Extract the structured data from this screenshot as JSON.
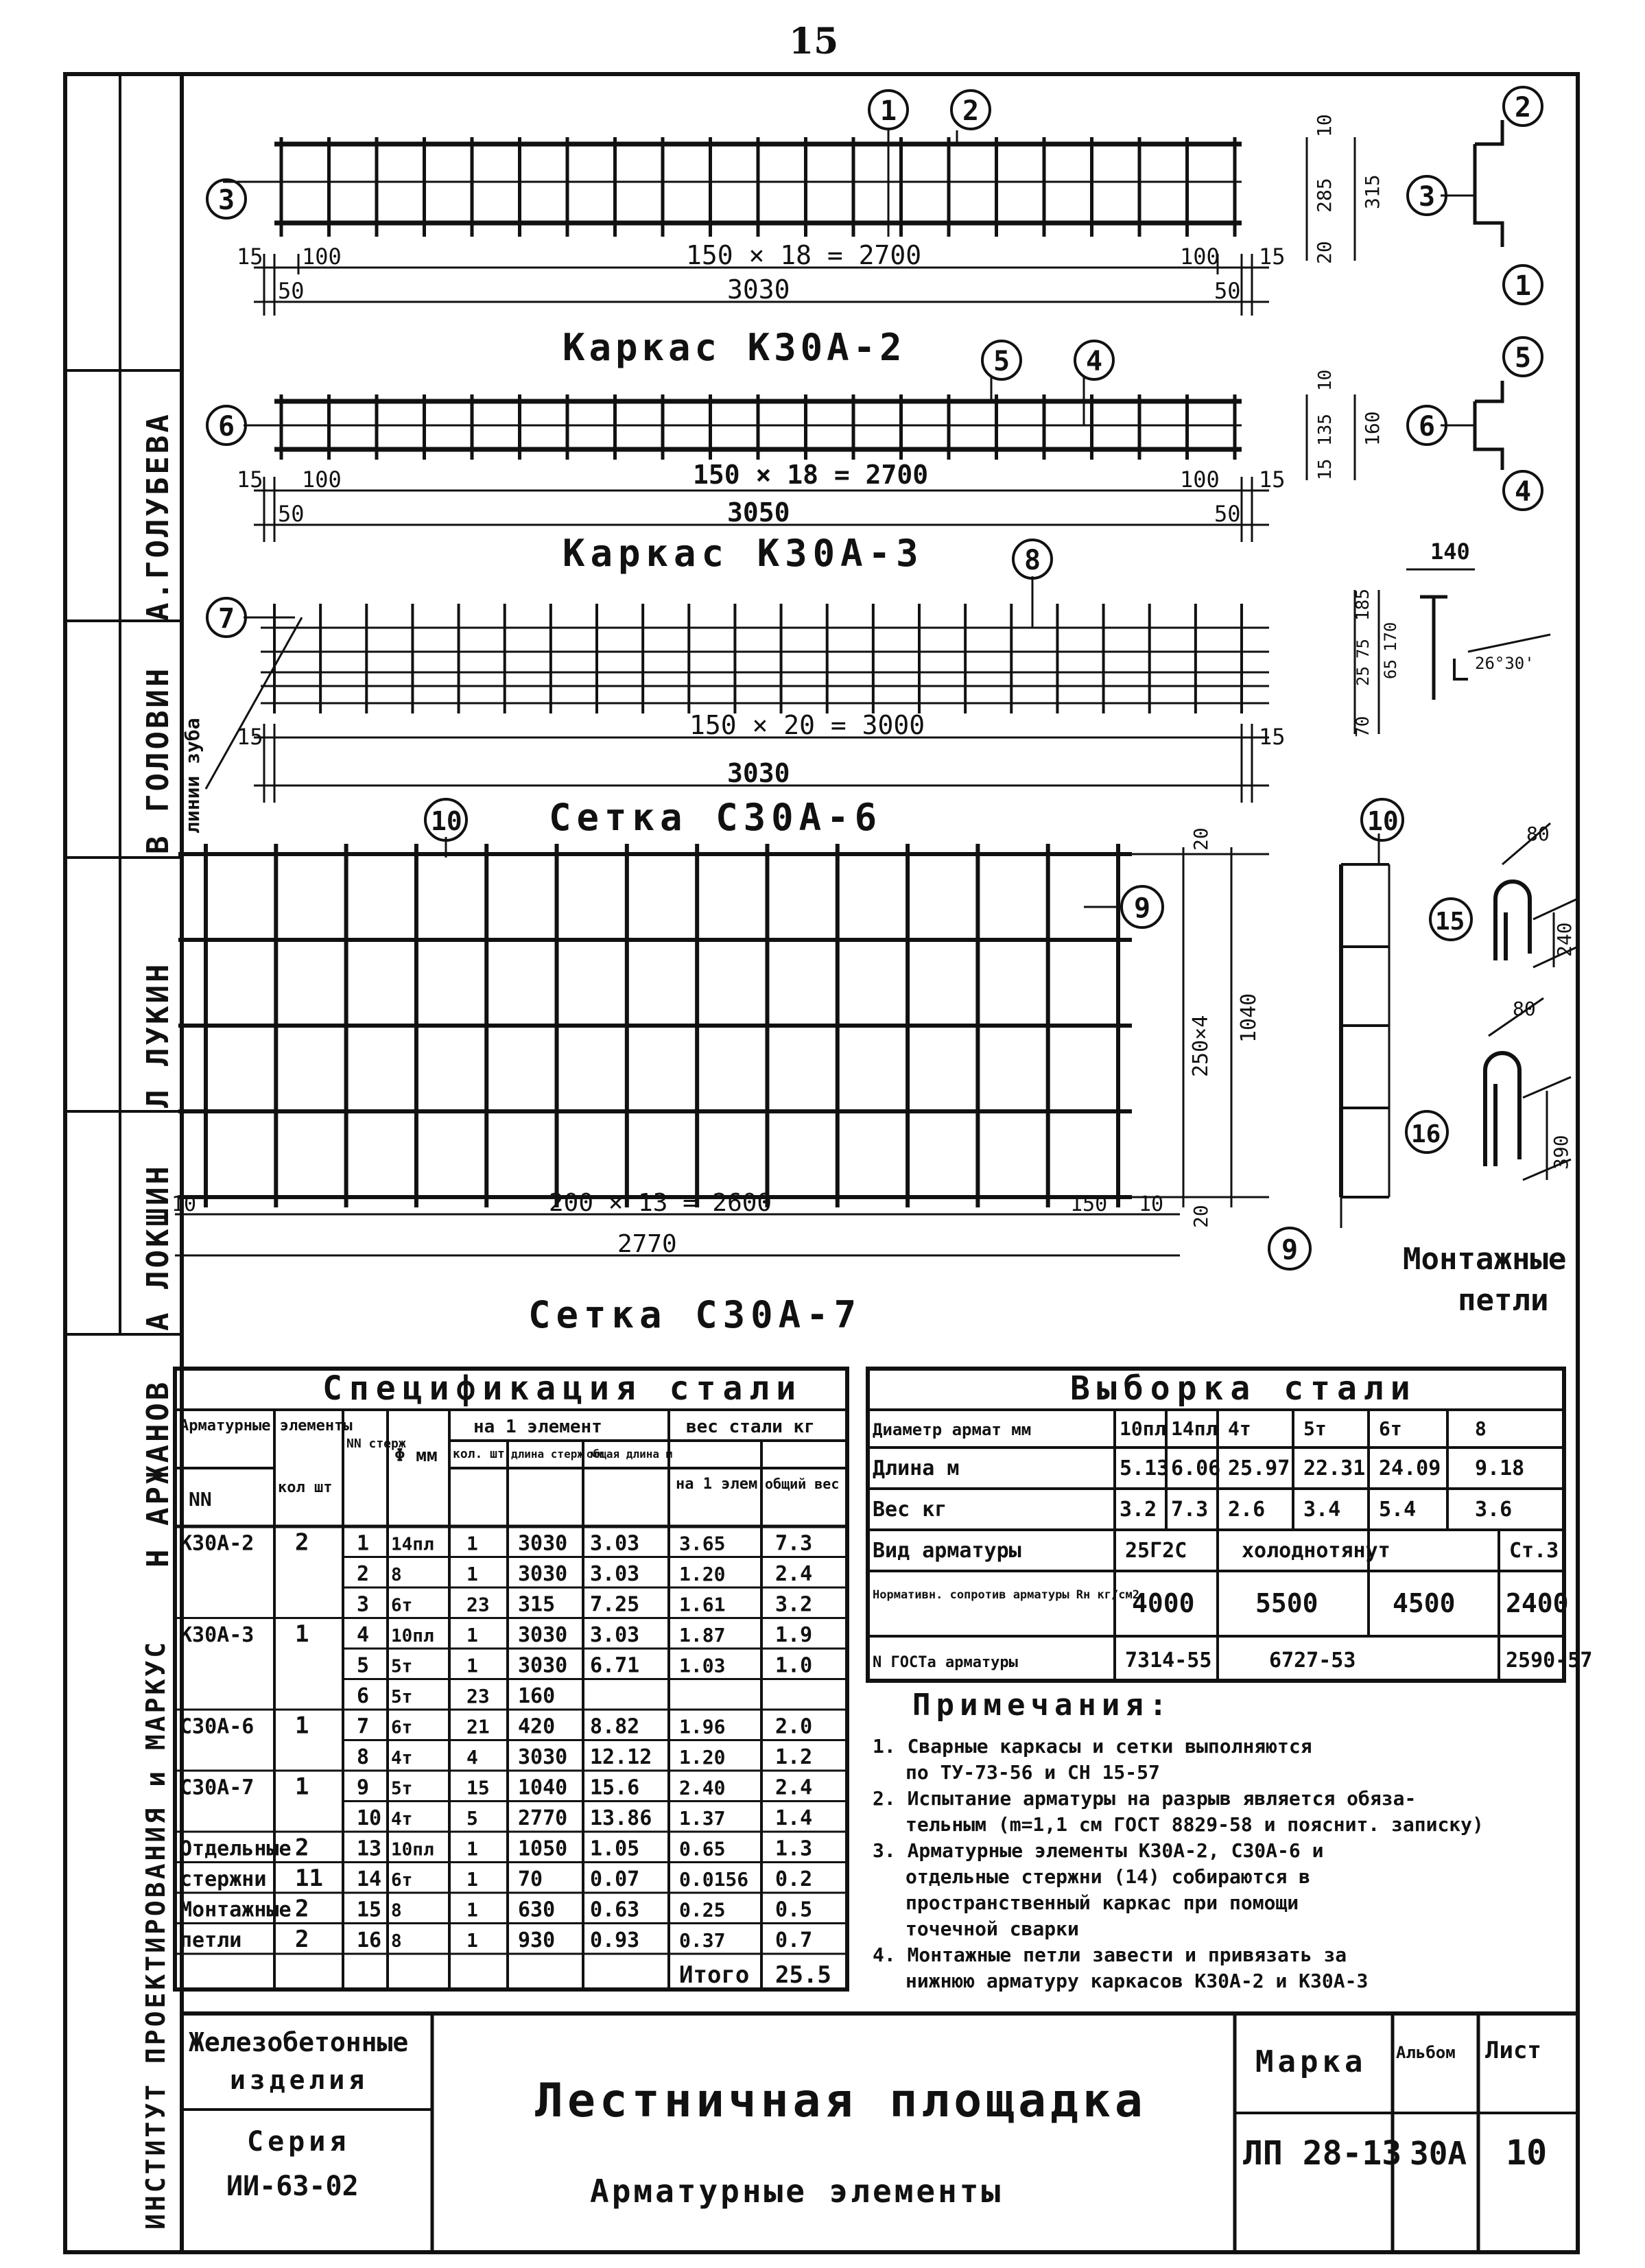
{
  "page_number": "15",
  "side_stamp": {
    "names": [
      "А.ГОЛУБЕВА",
      "В ГОЛОВИН",
      "Л ЛУКИН",
      "А ЛОКШИН",
      "Н АРЖАНОВ"
    ],
    "vertical": "ИНСТИТУТ ПРОЕКТИРОВАНИЯ и МАРКУС"
  },
  "frames": {
    "k2": {
      "title": "Каркас К30А-2",
      "dim_spacing": "150 × 18 = 2700",
      "dim_total": "3030",
      "d100a": "100",
      "d100b": "100",
      "d15a": "15",
      "d15b": "15",
      "d50a": "50",
      "d50b": "50",
      "h1": "10",
      "h2": "285",
      "h3": "20",
      "h4": "315",
      "marks": [
        "1",
        "2",
        "3"
      ]
    },
    "k3": {
      "title": "Каркас К30А-3",
      "dim_spacing": "150 × 18 = 2700",
      "dim_total": "3050",
      "d100a": "100",
      "d100b": "100",
      "d15a": "15",
      "d15b": "15",
      "d50a": "50",
      "d50b": "50",
      "h1": "10",
      "h2": "135",
      "h3": "15",
      "h4": "160",
      "marks": [
        "4",
        "5",
        "6"
      ]
    },
    "s6": {
      "title": "Сетка С30А-6",
      "dim_spacing": "150 × 20 = 3000",
      "dim_total": "3030",
      "d15a": "15",
      "d15b": "15",
      "h1": "185",
      "h2": "75",
      "h3": "25",
      "h4": "65",
      "h5": "70",
      "h6": "170",
      "mark7": "7",
      "mark8": "8",
      "note": "линии зуба",
      "loop_140": "140",
      "angle": "26°30'"
    },
    "s7": {
      "title": "Сетка С30А-7",
      "dim_spacing": "200 × 13 = 2600",
      "dim_total": "2770",
      "d10a": "10",
      "d150": "150",
      "d10b": "10",
      "h_top": "20",
      "h_mid": "250×4",
      "h_total": "1040",
      "h_bot": "20",
      "mark9": "9",
      "mark10": "10"
    },
    "loops": {
      "title_line1": "Монтажные",
      "title_line2": "петли",
      "m15": "15",
      "m16": "16",
      "d15a": "80",
      "d15b": "240",
      "d16a": "80",
      "d16b": "390"
    }
  },
  "spec_table": {
    "title": "Спецификация стали",
    "h_elements": "Арматурные элементы",
    "h_nn": "NN",
    "h_count": "кол шт",
    "h_stem": "NN стерж",
    "h_phi": "Φ мм",
    "h_per1": "на 1 элемент",
    "h_kol": "кол. шт",
    "h_len": "длина стерж мм",
    "h_total_len": "общая длина м",
    "h_weight": "вес стали кг",
    "h_w1": "на 1 элем",
    "h_wall": "общий вес",
    "rows": [
      [
        "К30А-2",
        "2",
        "1",
        "14пл",
        "1",
        "3030",
        "3.03",
        "3.65",
        "7.3"
      ],
      [
        "",
        "",
        "2",
        "8",
        "1",
        "3030",
        "3.03",
        "1.20",
        "2.4"
      ],
      [
        "",
        "",
        "3",
        "6т",
        "23",
        "315",
        "7.25",
        "1.61",
        "3.2"
      ],
      [
        "К30А-3",
        "1",
        "4",
        "10пл",
        "1",
        "3030",
        "3.03",
        "1.87",
        "1.9"
      ],
      [
        "",
        "",
        "5",
        "5т",
        "1",
        "3030",
        "6.71",
        "1.03",
        "1.0"
      ],
      [
        "",
        "",
        "6",
        "5т",
        "23",
        "160",
        "",
        "",
        ""
      ],
      [
        "С30А-6",
        "1",
        "7",
        "6т",
        "21",
        "420",
        "8.82",
        "1.96",
        "2.0"
      ],
      [
        "",
        "",
        "8",
        "4т",
        "4",
        "3030",
        "12.12",
        "1.20",
        "1.2"
      ],
      [
        "С30А-7",
        "1",
        "9",
        "5т",
        "15",
        "1040",
        "15.6",
        "2.40",
        "2.4"
      ],
      [
        "",
        "",
        "10",
        "4т",
        "5",
        "2770",
        "13.86",
        "1.37",
        "1.4"
      ],
      [
        "Отдельные",
        "2",
        "13",
        "10пл",
        "1",
        "1050",
        "1.05",
        "0.65",
        "1.3"
      ],
      [
        "стержни",
        "11",
        "14",
        "6т",
        "1",
        "70",
        "0.07",
        "0.0156",
        "0.2"
      ],
      [
        "Монтажные",
        "2",
        "15",
        "8",
        "1",
        "630",
        "0.63",
        "0.25",
        "0.5"
      ],
      [
        "петли",
        "2",
        "16",
        "8",
        "1",
        "930",
        "0.93",
        "0.37",
        "0.7"
      ]
    ],
    "total_label": "Итого",
    "total_value": "25.5"
  },
  "selection_table": {
    "title": "Выборка стали",
    "r1_label": "Диаметр армат мм",
    "r1": [
      "10пл",
      "14пл",
      "4т",
      "5т",
      "6т",
      "8"
    ],
    "r2_label": "Длина м",
    "r2": [
      "5.13",
      "6.06",
      "25.97",
      "22.31",
      "24.09",
      "9.18"
    ],
    "r3_label": "Вес кг",
    "r3": [
      "3.2",
      "7.3",
      "2.6",
      "3.4",
      "5.4",
      "3.6"
    ],
    "r4_label": "Вид арматуры",
    "r4": [
      "25Г2С",
      "холоднотянут",
      "Ст.3"
    ],
    "r5_label": "Нормативн. сопротив арматуры Rн кг/см2",
    "r5": [
      "4000",
      "5500",
      "4500",
      "2400"
    ],
    "r6_label": "N ГОСТа арматуры",
    "r6": [
      "7314-55",
      "6727-53",
      "2590-57"
    ]
  },
  "notes": {
    "title": "Примечания:",
    "items": [
      "1. Сварные каркасы и сетки выполняются",
      "по ТУ-73-56 и СН 15-57",
      "2. Испытание арматуры на разрыв является обяза-",
      "тельным (m=1,1 см ГОСТ 8829-58 и пояснит. записку)",
      "3. Арматурные элементы К30А-2, С30А-6 и",
      "отдельные стержни (14) собираются в",
      "пространственный каркас при помощи",
      "точечной сварки",
      "4. Монтажные петли завести и привязать за",
      "нижнюю арматуру каркасов К30А-2 и К30А-3"
    ]
  },
  "title_block": {
    "org_line1": "Железобетонные",
    "org_line2": "изделия",
    "series_line1": "Серия",
    "series_line2": "ИИ-63-02",
    "title": "Лестничная площадка",
    "subtitle": "Арматурные элементы",
    "marka_label": "Марка",
    "marka_value": "ЛП 28-13",
    "album_label": "Альбом",
    "album_value": "30А",
    "sheet_label": "Лист",
    "sheet_value": "10"
  }
}
